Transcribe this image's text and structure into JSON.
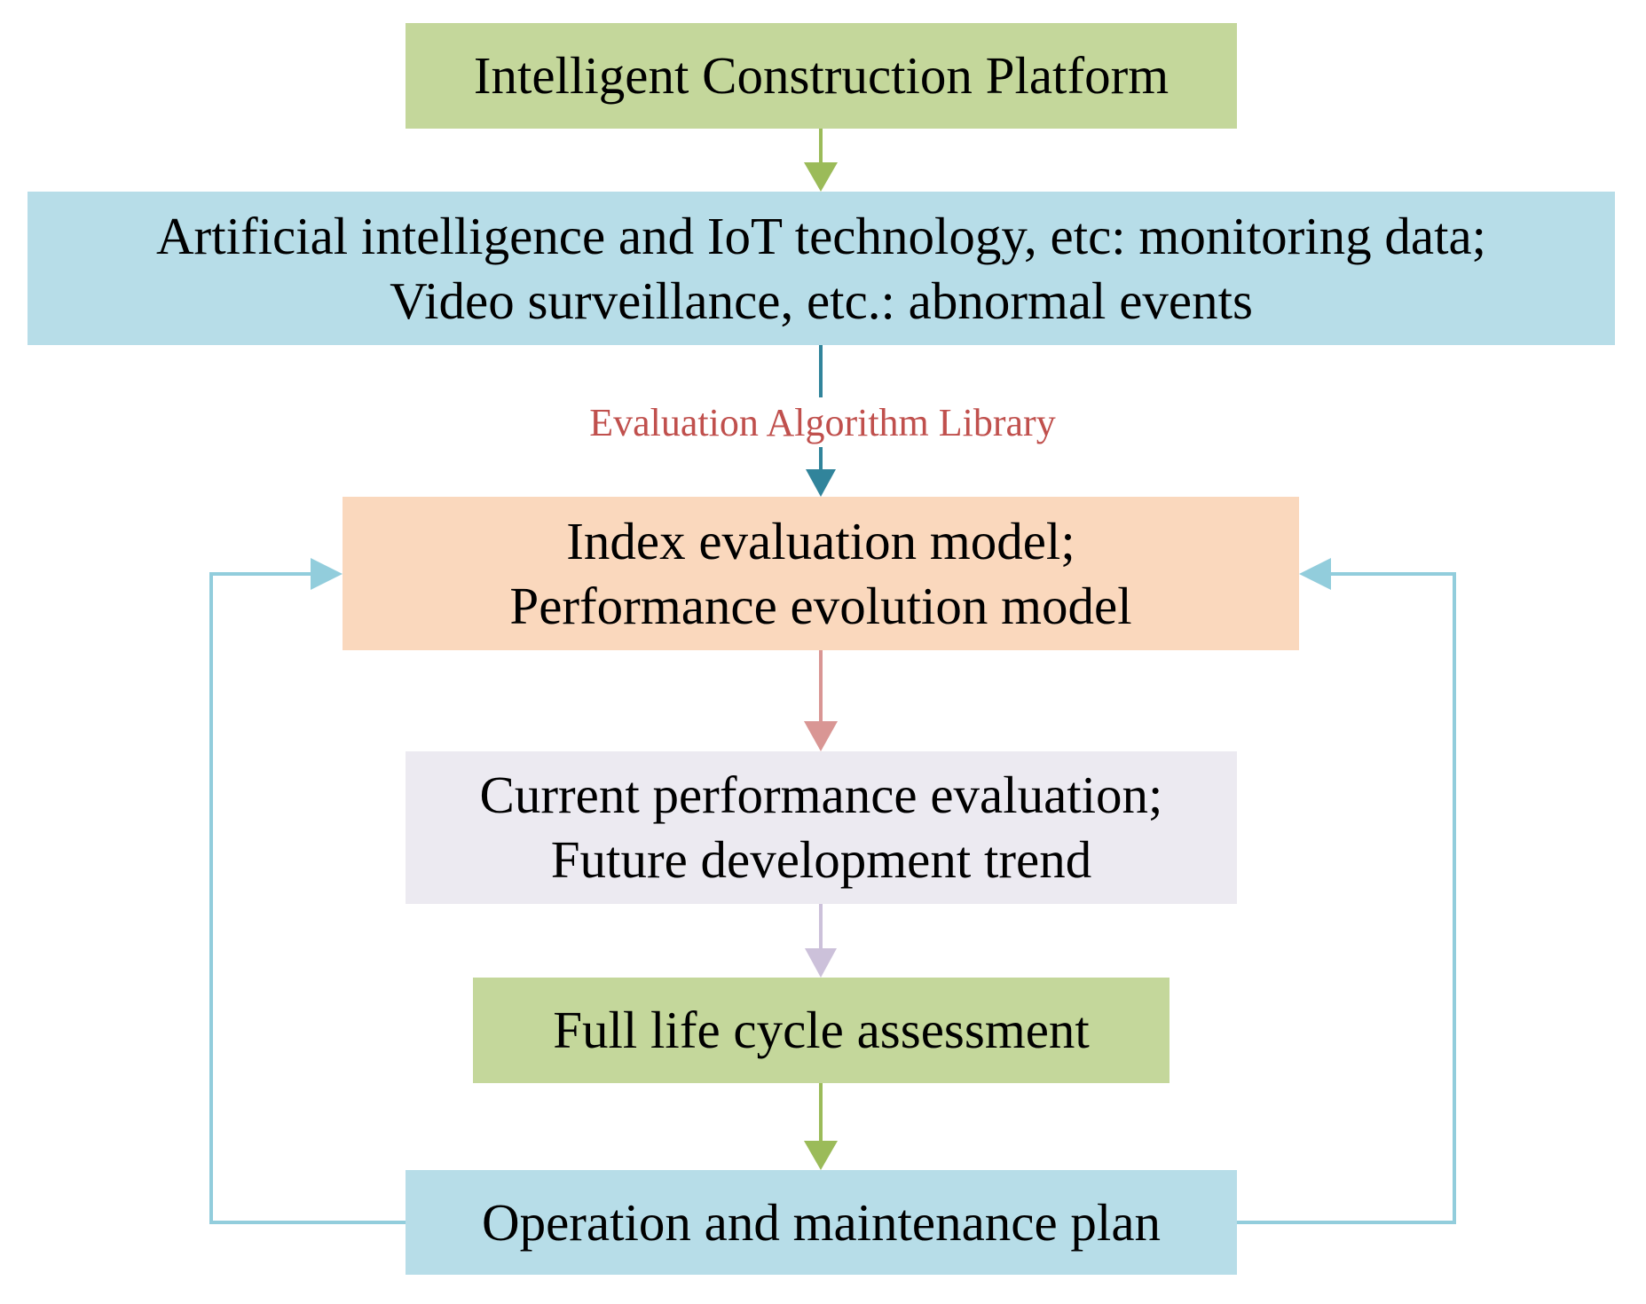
{
  "diagram": {
    "nodes": [
      {
        "id": "platform",
        "lines": [
          "Intelligent Construction Platform"
        ],
        "color": "#C4D79B"
      },
      {
        "id": "data_sources",
        "lines": [
          "Artificial intelligence and IoT technology, etc: monitoring data;",
          "Video surveillance, etc.: abnormal events"
        ],
        "color": "#B7DDE8"
      },
      {
        "id": "models",
        "lines": [
          "Index evaluation model;",
          "Performance evolution model"
        ],
        "color": "#FAD8BD"
      },
      {
        "id": "evaluation",
        "lines": [
          "Current performance evaluation;",
          "Future development trend"
        ],
        "color": "#ECEAF1"
      },
      {
        "id": "lifecycle",
        "lines": [
          "Full life cycle assessment"
        ],
        "color": "#C4D79B"
      },
      {
        "id": "om_plan",
        "lines": [
          "Operation and maintenance plan"
        ],
        "color": "#B7DDE8"
      }
    ],
    "edges": [
      {
        "from": "platform",
        "to": "data_sources",
        "color": "#9BBB59"
      },
      {
        "from": "data_sources",
        "to": "models",
        "color": "#31849B",
        "label": "Evaluation Algorithm Library",
        "label_color": "#C0504D"
      },
      {
        "from": "models",
        "to": "evaluation",
        "color": "#D99694"
      },
      {
        "from": "evaluation",
        "to": "lifecycle",
        "color": "#CCC1DA"
      },
      {
        "from": "lifecycle",
        "to": "om_plan",
        "color": "#9BBB59"
      },
      {
        "from": "om_plan",
        "to": "models",
        "color": "#92CDDC",
        "route": "left-loop"
      },
      {
        "from": "om_plan",
        "to": "models",
        "color": "#92CDDC",
        "route": "right-loop"
      }
    ]
  }
}
